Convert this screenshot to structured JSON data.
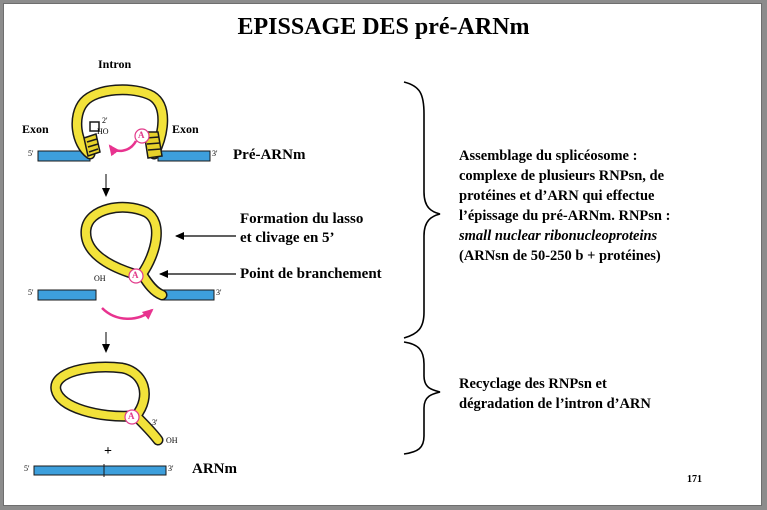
{
  "title": "EPISSAGE DES pré-ARNm",
  "labels": {
    "intron": "Intron",
    "exon_left": "Exon",
    "exon_right": "Exon",
    "pre_arnm": "Pré-ARNm",
    "lasso": "Formation du lasso",
    "clivage": "et clivage en 5’",
    "branch_point": "Point de branchement",
    "arnm": "ARNm",
    "five_prime": "5'",
    "three_prime": "3'",
    "two_prime": "2'",
    "ho": "HO",
    "oh": "OH",
    "a": "A",
    "plus": "+"
  },
  "assembly": {
    "line1": "Assemblage du splicéosome :",
    "line2": "complexe de plusieurs RNPsn, de",
    "line3": "protéines et d’ARN qui effectue",
    "line4": "l’épissage du pré-ARNm. RNPsn :",
    "line5": "small nuclear ribonucleoproteins",
    "line6": "(ARNsn de 50-250 b + protéines)"
  },
  "recycle": {
    "line1": "Recyclage des RNPsn et",
    "line2": "dégradation de l’intron d’ARN"
  },
  "page_number": "171",
  "colors": {
    "exon": "#3d9fdc",
    "intron": "#f2e23a",
    "intron_outline": "#1a1a1a",
    "arrow_magenta": "#e8338f",
    "branch_a": "#e23b8b"
  }
}
